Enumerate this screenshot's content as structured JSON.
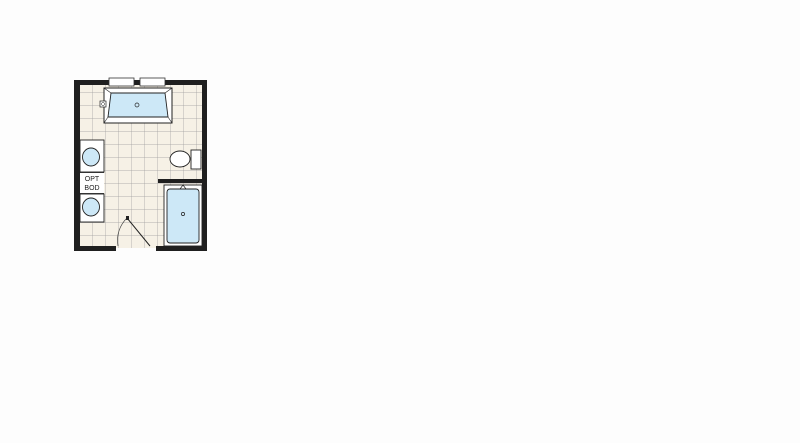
{
  "floorplan": {
    "room": "bathroom",
    "label_line1": "OPT",
    "label_line2": "BOD",
    "fixtures": [
      "bathtub",
      "double-vanity-sinks",
      "toilet",
      "shower",
      "door",
      "floor-tile"
    ],
    "colors": {
      "wall": "#1f1f1f",
      "tile": "#f6f1e6",
      "grout": "#9b9b9b",
      "water": "#cde8f7",
      "fixture_outline": "#222222",
      "background": "#fdfdfd"
    }
  }
}
